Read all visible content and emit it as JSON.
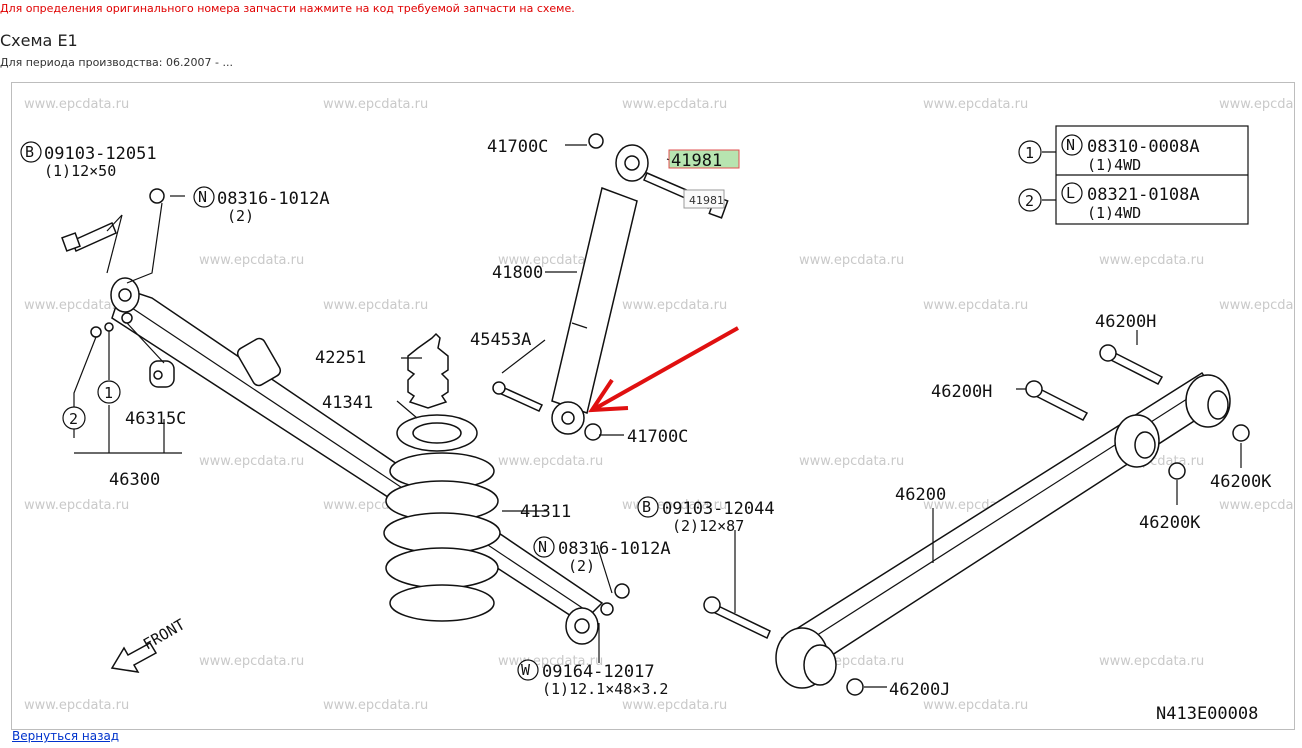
{
  "page": {
    "hint": "Для определения оригинального номера запчасти нажмите на код требуемой запчасти на схеме.",
    "title": "Схема E1",
    "period": "Для периода производства: 06.2007 - ...",
    "back_link": "Вернуться назад"
  },
  "diagram": {
    "watermark": "www.epcdata.ru",
    "diagram_code": "N413E00008",
    "front_label": "FRONT",
    "highlight_color": "#b7e4b0",
    "arrow_color": "#e01010",
    "tooltip": "41981",
    "callouts": {
      "b_09103_12051": "09103-12051",
      "b_09103_12051_qty": "(1)12×50",
      "n_08316_1012a_top": "08316-1012A",
      "n_08316_1012a_top_qty": "(2)",
      "p_41700c_top": "41700C",
      "p_41981": "41981",
      "p_41800": "41800",
      "p_45453a": "45453A",
      "p_41700c_bottom": "41700C",
      "p_42251": "42251",
      "p_41341": "41341",
      "p_41311": "41311",
      "p_46315c": "46315C",
      "p_46300": "46300",
      "b_09103_12044": "09103-12044",
      "b_09103_12044_qty": "(2)12×87",
      "n_08316_1012a_bottom": "08316-1012A",
      "n_08316_1012a_bottom_qty": "(2)",
      "w_09164_12017": "09164-12017",
      "w_09164_12017_qty": "(1)12.1×48×3.2",
      "p_46200h_top": "46200H",
      "p_46200h_mid": "46200H",
      "p_46200k_right": "46200K",
      "p_46200k_lower": "46200K",
      "p_46200": "46200",
      "p_46200j": "46200J",
      "circle_1": "1",
      "circle_2": "2"
    },
    "letters": {
      "b": "B",
      "n": "N",
      "w": "W",
      "l": "L"
    },
    "legend": [
      {
        "num": "1",
        "letter": "N",
        "code": "08310-0008A",
        "note": "(1)4WD"
      },
      {
        "num": "2",
        "letter": "L",
        "code": "08321-0108A",
        "note": "(1)4WD"
      }
    ]
  }
}
